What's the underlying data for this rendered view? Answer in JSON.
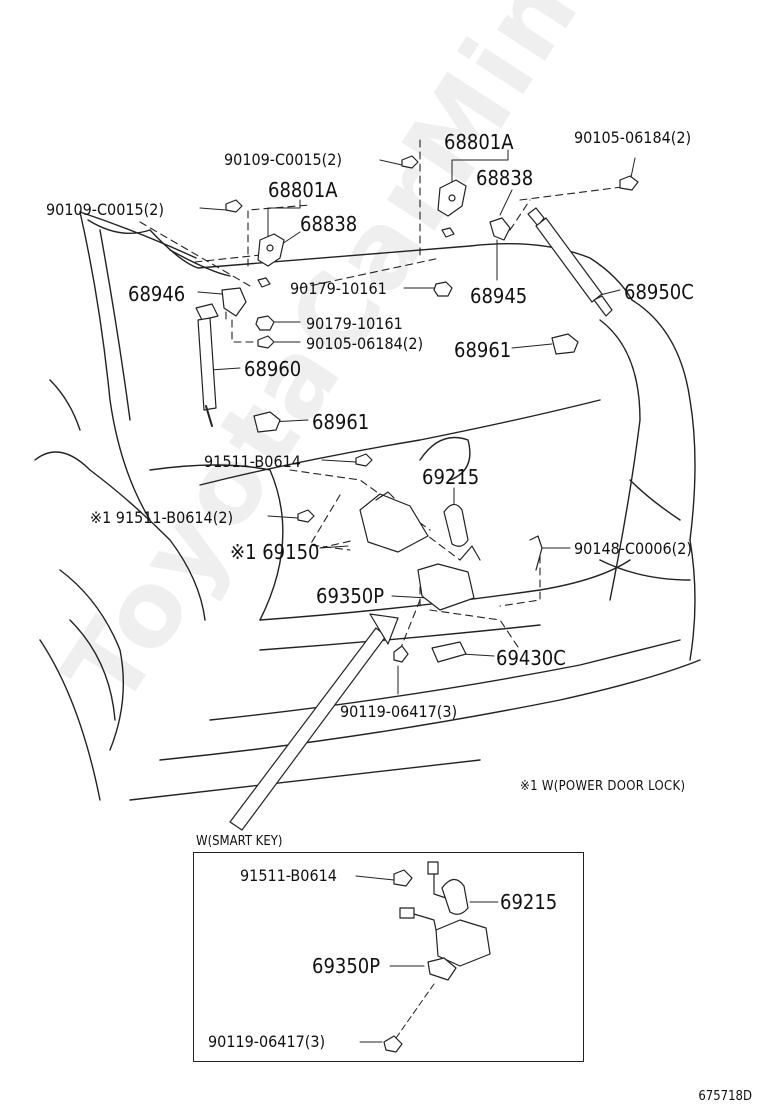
{
  "watermark": "ToyotaCarMine.ru",
  "labels": {
    "p68801A_right": "68801A",
    "p68838_right": "68838",
    "p90109_upper": "90109-C0015(2)",
    "p90105_top_right": "90105-06184(2)",
    "p90109_left": "90109-C0015(2)",
    "p68801A_left": "68801A",
    "p68838_left": "68838",
    "p68946": "68946",
    "p90179_center": "90179-10161",
    "p68945": "68945",
    "p68950C": "68950C",
    "p90179_left": "90179-10161",
    "p90105_mid": "90105-06184(2)",
    "p68961_right": "68961",
    "p68960": "68960",
    "p68961_left": "68961",
    "p91511_upper": "91511-B0614",
    "p69215": "69215",
    "p91511_marked": "※1 91511-B0614(2)",
    "p69150": "※1 69150",
    "p90148": "90148-C0006(2)",
    "p69350P": "69350P",
    "p69430C": "69430C",
    "p90119": "90119-06417(3)",
    "note_power_door_lock": "※1 W(POWER DOOR LOCK)"
  },
  "inset": {
    "title": "W(SMART KEY)",
    "labels": {
      "p91511": "91511-B0614",
      "p69215": "69215",
      "p69350P": "69350P",
      "p90119": "90119-06417(3)"
    }
  },
  "diagram_code": "675718D"
}
